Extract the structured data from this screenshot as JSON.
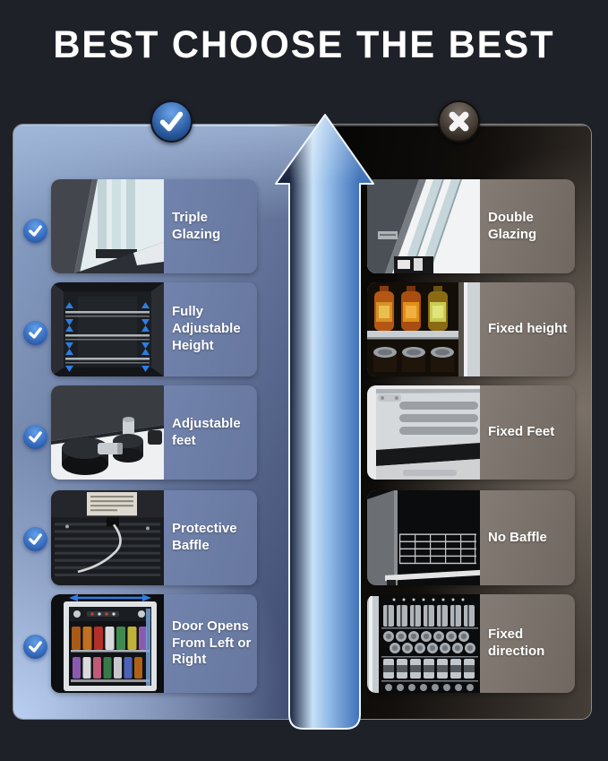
{
  "title": "BEST CHOOSE THE BEST",
  "comparison": {
    "good": {
      "badge_icon": "check-icon",
      "row_icon": "check-icon",
      "items": [
        {
          "label": "Triple Glazing",
          "image": "triple-glazing"
        },
        {
          "label": "Fully Adjustable Height",
          "image": "fully-adjustable-height"
        },
        {
          "label": "Adjustable feet",
          "image": "adjustable-feet"
        },
        {
          "label": "Protective Baffle",
          "image": "protective-baffle"
        },
        {
          "label": "Door Opens From Left or Right",
          "image": "door-opens-left-right"
        }
      ]
    },
    "bad": {
      "badge_icon": "cross-icon",
      "items": [
        {
          "label": "Double Glazing",
          "image": "double-glazing"
        },
        {
          "label": "Fixed height",
          "image": "fixed-height"
        },
        {
          "label": "Fixed Feet",
          "image": "fixed-feet"
        },
        {
          "label": "No Baffle",
          "image": "no-baffle"
        },
        {
          "label": "Fixed direction",
          "image": "fixed-direction"
        }
      ]
    }
  },
  "icons": {
    "check": "✓",
    "cross": "✕",
    "up_arrow": "⬆"
  },
  "colors": {
    "background": "#1e2127",
    "accent_blue": "#2e7de0",
    "arrow_light": "#c7e0f6",
    "arrow_dark": "#141f3a",
    "good_panel_light": "#9db4d8",
    "good_panel_dark": "#39446a",
    "bad_panel_light": "#6b625a",
    "bad_panel_dark": "#060606",
    "text": "#ffffff"
  }
}
